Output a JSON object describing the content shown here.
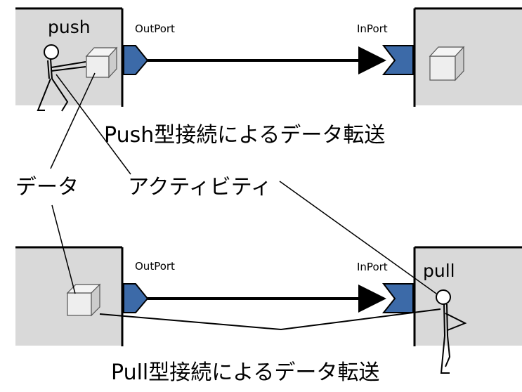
{
  "push_section": {
    "actor_label": "push",
    "out_port_label": "OutPort",
    "in_port_label": "InPort",
    "caption": "Push型接続によるデータ転送"
  },
  "pull_section": {
    "actor_label": "pull",
    "out_port_label": "OutPort",
    "in_port_label": "InPort",
    "caption": "Pull型接続によるデータ転送"
  },
  "annotations": {
    "data_label": "データ",
    "activity_label": "アクティビティ"
  },
  "colors": {
    "component_fill": "#d9d9d9",
    "port_fill": "#3c6aa8",
    "line": "#000000"
  }
}
